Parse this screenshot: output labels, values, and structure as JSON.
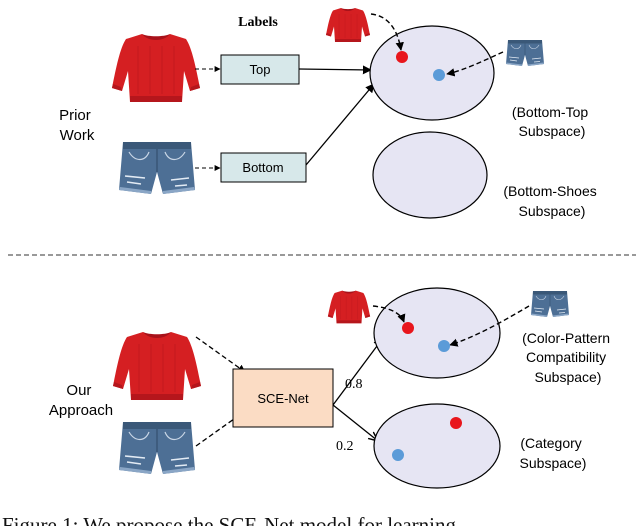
{
  "top_section": {
    "labels_heading": "Labels",
    "row_label": [
      "Prior",
      "Work"
    ],
    "label_top": "Top",
    "label_bottom": "Bottom",
    "subspace1": [
      "(Bottom-Top",
      "Subspace)"
    ],
    "subspace2": [
      "(Bottom-Shoes",
      "Subspace)"
    ]
  },
  "bottom_section": {
    "row_label": [
      "Our",
      "Approach"
    ],
    "network": "SCE-Net",
    "weight_upper": "0.8",
    "weight_lower": "0.2",
    "subspace1": [
      "(Color-Pattern",
      "Compatibility",
      "Subspace)"
    ],
    "subspace2": [
      "(Category",
      "Subspace)"
    ]
  },
  "caption": "Figure 1:  We propose the SCE-Net model for learning",
  "colors": {
    "label_box": "#d7e8ea",
    "net_box": "#fbdcc4",
    "ellipse": "#e6e5f3",
    "sweater": "#d51f22",
    "denim": "#4d6f95",
    "red_point": "#e8161c",
    "blue_point": "#5b9bd8"
  },
  "icons": [
    "sweater-icon",
    "denim-shorts-icon"
  ]
}
